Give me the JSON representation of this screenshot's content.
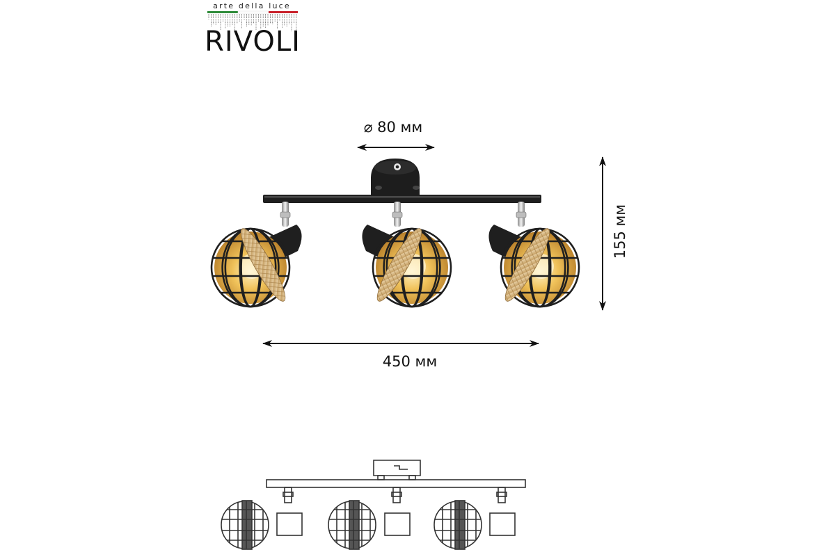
{
  "brand": {
    "tagline": "arte della luce",
    "name": "RIVOLI",
    "flag_colors": [
      "#2e8b3a",
      "#ffffff",
      "#c8202a"
    ],
    "logo_color": "#111111"
  },
  "dimensions": {
    "diameter": "⌀ 80 мм",
    "height": "155 мм",
    "width": "450 мм"
  },
  "product": {
    "lamp_count": 3,
    "colors": {
      "metal": "#1f1f1f",
      "rope": "#d8b784",
      "glow": "#e8b24a",
      "chrome": "#cfcfcf"
    }
  }
}
